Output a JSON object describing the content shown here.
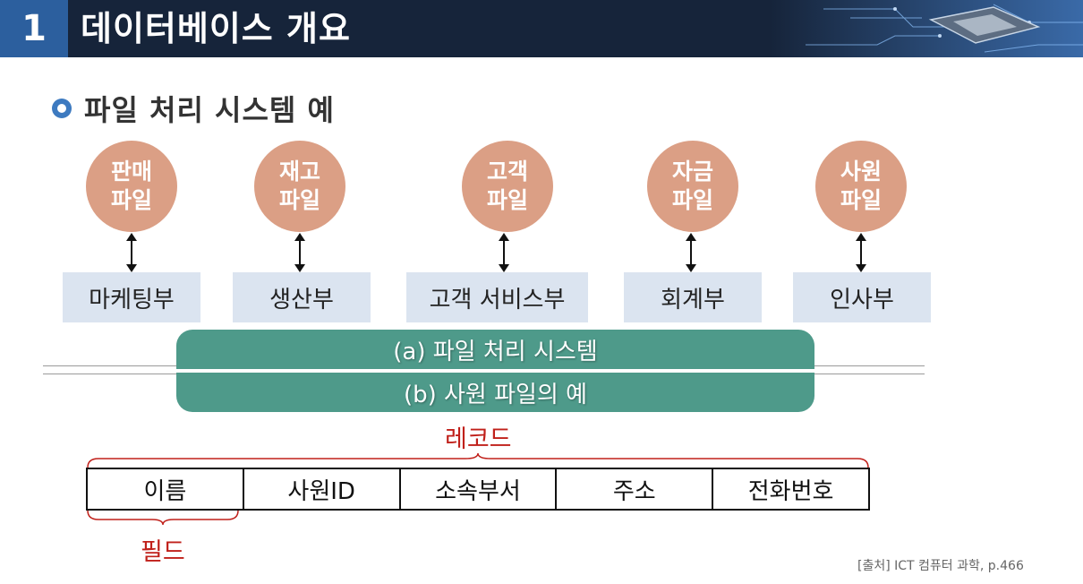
{
  "header": {
    "number": "1",
    "title": "데이터베이스 개요"
  },
  "subtitle": "파일 처리 시스템 예",
  "files": [
    {
      "line1": "판매",
      "line2": "파일",
      "dept": "마케팅부"
    },
    {
      "line1": "재고",
      "line2": "파일",
      "dept": "생산부"
    },
    {
      "line1": "고객",
      "line2": "파일",
      "dept": "고객 서비스부"
    },
    {
      "line1": "자금",
      "line2": "파일",
      "dept": "회계부"
    },
    {
      "line1": "사원",
      "line2": "파일",
      "dept": "인사부"
    }
  ],
  "captions": {
    "a": "(a) 파일 처리 시스템",
    "b": "(b) 사원 파일의 예"
  },
  "record_label": "레코드",
  "field_label": "필드",
  "fields": [
    "이름",
    "사원ID",
    "소속부서",
    "주소",
    "전화번호"
  ],
  "source": "[출처] ICT 컴퓨터 과학, p.466",
  "colors": {
    "header_bg": "#16243a",
    "number_bg": "#2c5f9e",
    "circle": "#db9f85",
    "dept_box": "#dbe4f0",
    "caption": "#4e9a8a",
    "label_red": "#c0201a"
  }
}
